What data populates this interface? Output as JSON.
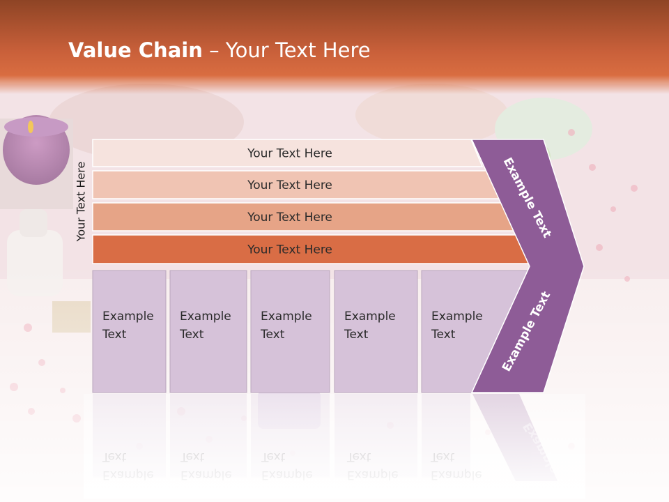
{
  "title": {
    "bold": "Value Chain",
    "rest": " – Your Text Here"
  },
  "side_label": "Your Text Here",
  "bars": [
    {
      "label": "Your Text Here",
      "color": "#f6e3de"
    },
    {
      "label": "Your Text Here",
      "color": "#f0c4b3"
    },
    {
      "label": "Your Text Here",
      "color": "#e6a487"
    },
    {
      "label": "Your Text Here",
      "color": "#d96d45"
    }
  ],
  "columns": [
    {
      "line1": "Example",
      "line2": "Text"
    },
    {
      "line1": "Example",
      "line2": "Text"
    },
    {
      "line1": "Example",
      "line2": "Text"
    },
    {
      "line1": "Example",
      "line2": "Text"
    },
    {
      "line1": "Example",
      "line2": "Text"
    }
  ],
  "chevron": {
    "upper": "Example Text",
    "lower": "Example Text",
    "color": "#8e5c97"
  },
  "column_color": "#d6c2d9"
}
